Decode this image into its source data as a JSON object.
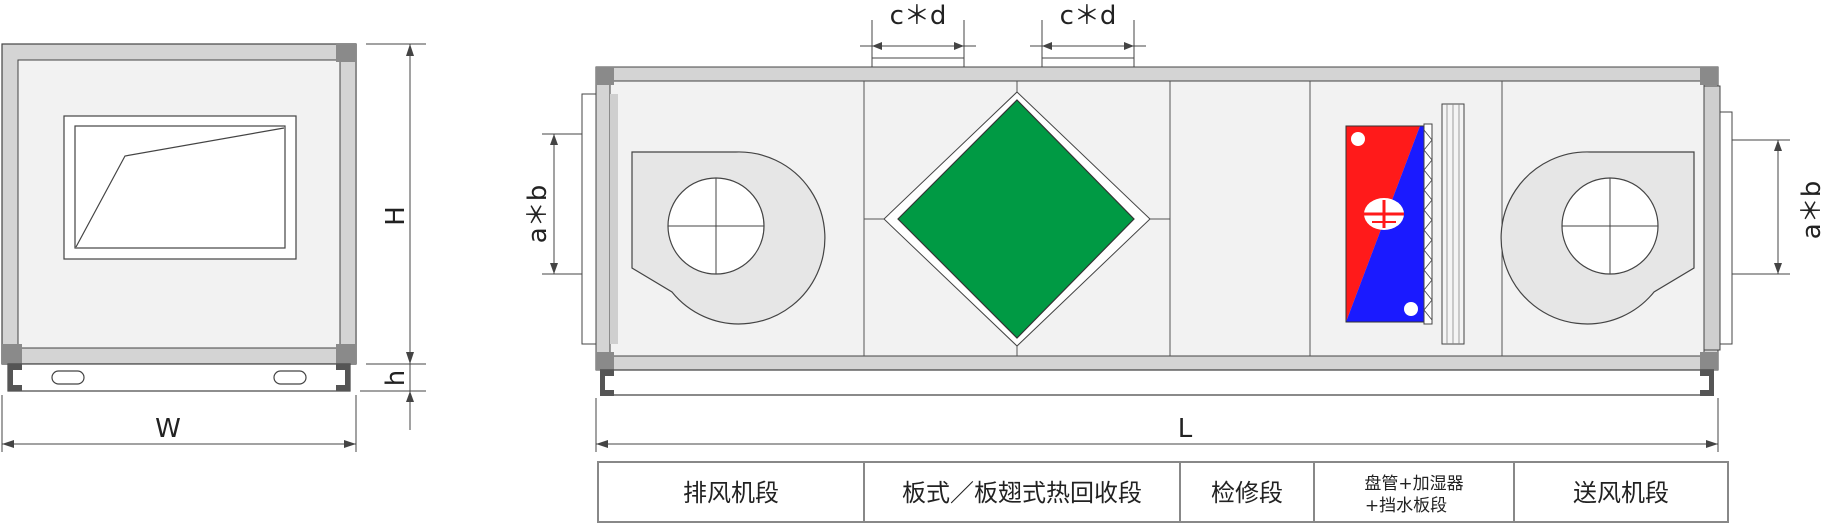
{
  "dimensions": {
    "side_height": "H",
    "base_height": "h",
    "side_width": "W",
    "length": "L",
    "duct_left": "a＊b",
    "duct_right": "a＊b",
    "top_duct_1": "c＊d",
    "top_duct_2": "c＊d"
  },
  "sections": [
    {
      "label": "排风机段"
    },
    {
      "label": "板式／板翅式热回收段"
    },
    {
      "label": "检修段"
    },
    {
      "label_line1": "盘管+加湿器",
      "label_line2": "+挡水板段"
    },
    {
      "label": "送风机段"
    }
  ],
  "colors": {
    "frame": "#cfcfcf",
    "corner": "#8a8a8a",
    "panel": "#f0f0f0",
    "heat_exchanger": "#009a44",
    "coil_hot": "#ff1a1a",
    "coil_cold": "#1a1aff",
    "fan_housing": "#e6e6e6"
  }
}
